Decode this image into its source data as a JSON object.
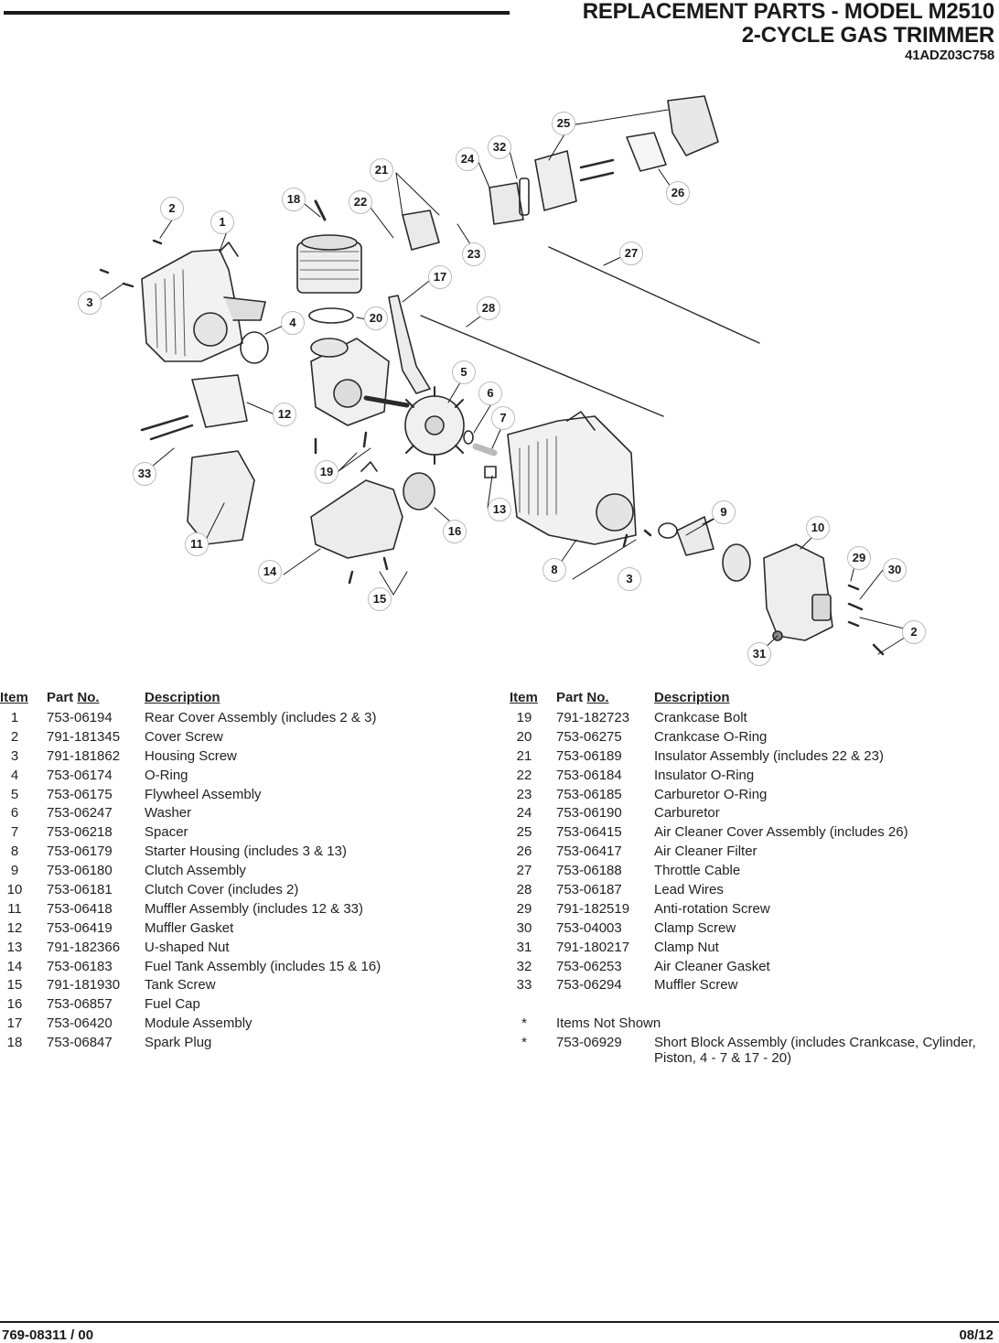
{
  "header": {
    "title_line1": "REPLACEMENT PARTS - MODEL M2510",
    "title_line2": "2-CYCLE GAS TRIMMER",
    "model_code": "41ADZ03C758"
  },
  "table_headers": {
    "item": "Item",
    "part_no_a": "Part",
    "part_no_b": "No.",
    "description": "Description"
  },
  "parts_left": [
    {
      "item": "1",
      "part": "753-06194",
      "desc": "Rear Cover Assembly (includes 2 & 3)"
    },
    {
      "item": "2",
      "part": "791-181345",
      "desc": "Cover Screw"
    },
    {
      "item": "3",
      "part": "791-181862",
      "desc": "Housing Screw"
    },
    {
      "item": "4",
      "part": "753-06174",
      "desc": "O-Ring"
    },
    {
      "item": "5",
      "part": "753-06175",
      "desc": "Flywheel Assembly"
    },
    {
      "item": "6",
      "part": "753-06247",
      "desc": "Washer"
    },
    {
      "item": "7",
      "part": "753-06218",
      "desc": "Spacer"
    },
    {
      "item": "8",
      "part": "753-06179",
      "desc": "Starter Housing (includes 3 & 13)"
    },
    {
      "item": "9",
      "part": "753-06180",
      "desc": "Clutch Assembly"
    },
    {
      "item": "10",
      "part": "753-06181",
      "desc": "Clutch Cover (includes 2)"
    },
    {
      "item": "11",
      "part": "753-06418",
      "desc": "Muffler Assembly (includes 12 & 33)"
    },
    {
      "item": "12",
      "part": "753-06419",
      "desc": "Muffler Gasket"
    },
    {
      "item": "13",
      "part": "791-182366",
      "desc": "U-shaped Nut"
    },
    {
      "item": "14",
      "part": "753-06183",
      "desc": "Fuel Tank Assembly (includes 15 & 16)"
    },
    {
      "item": "15",
      "part": "791-181930",
      "desc": "Tank Screw"
    },
    {
      "item": "16",
      "part": "753-06857",
      "desc": "Fuel Cap"
    },
    {
      "item": "17",
      "part": "753-06420",
      "desc": "Module Assembly"
    },
    {
      "item": "18",
      "part": "753-06847",
      "desc": "Spark Plug"
    }
  ],
  "parts_right": [
    {
      "item": "19",
      "part": "791-182723",
      "desc": "Crankcase Bolt"
    },
    {
      "item": "20",
      "part": "753-06275",
      "desc": "Crankcase O-Ring"
    },
    {
      "item": "21",
      "part": "753-06189",
      "desc": "Insulator Assembly (includes 22 & 23)"
    },
    {
      "item": "22",
      "part": "753-06184",
      "desc": "Insulator O-Ring"
    },
    {
      "item": "23",
      "part": "753-06185",
      "desc": "Carburetor O-Ring"
    },
    {
      "item": "24",
      "part": "753-06190",
      "desc": "Carburetor"
    },
    {
      "item": "25",
      "part": "753-06415",
      "desc": "Air Cleaner Cover Assembly (includes 26)"
    },
    {
      "item": "26",
      "part": "753-06417",
      "desc": "Air Cleaner Filter"
    },
    {
      "item": "27",
      "part": "753-06188",
      "desc": "Throttle Cable"
    },
    {
      "item": "28",
      "part": "753-06187",
      "desc": "Lead Wires"
    },
    {
      "item": "29",
      "part": "791-182519",
      "desc": "Anti-rotation Screw"
    },
    {
      "item": "30",
      "part": "753-04003",
      "desc": "Clamp Screw"
    },
    {
      "item": "31",
      "part": "791-180217",
      "desc": "Clamp Nut"
    },
    {
      "item": "32",
      "part": "753-06253",
      "desc": "Air Cleaner Gasket"
    },
    {
      "item": "33",
      "part": "753-06294",
      "desc": "Muffler Screw"
    }
  ],
  "notes": [
    {
      "item": "*",
      "part": "Items Not Shown",
      "desc": ""
    },
    {
      "item": "*",
      "part": "753-06929",
      "desc": "Short Block Assembly (includes Crankcase, Cylinder, Piston, 4 - 7 & 17 - 20)"
    }
  ],
  "callouts": [
    "1",
    "2",
    "3",
    "4",
    "5",
    "6",
    "7",
    "8",
    "9",
    "10",
    "11",
    "12",
    "13",
    "14",
    "15",
    "16",
    "17",
    "18",
    "19",
    "20",
    "21",
    "22",
    "23",
    "24",
    "25",
    "26",
    "27",
    "28",
    "29",
    "30",
    "31",
    "32",
    "33"
  ],
  "footer": {
    "doc_number": "769-08311 / 00",
    "date": "08/12"
  }
}
